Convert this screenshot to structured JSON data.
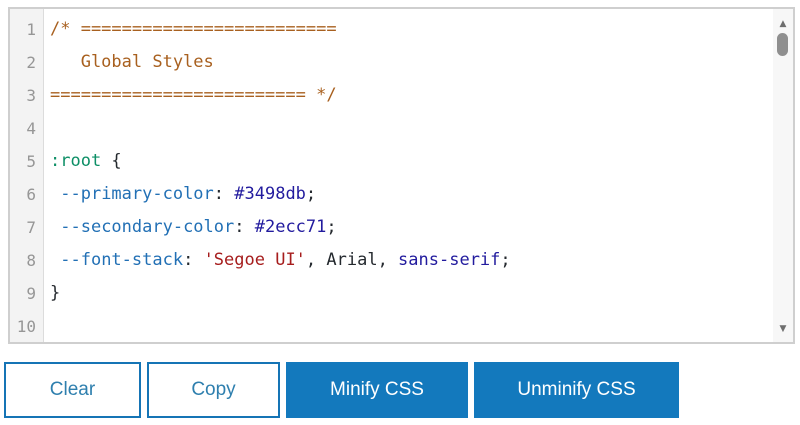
{
  "editor": {
    "lines": [
      {
        "number": "1",
        "segments": [
          {
            "type": "comment",
            "text": "/* ========================="
          }
        ]
      },
      {
        "number": "2",
        "segments": [
          {
            "type": "comment",
            "text": "   Global Styles"
          }
        ]
      },
      {
        "number": "3",
        "segments": [
          {
            "type": "comment",
            "text": "========================= */"
          }
        ]
      },
      {
        "number": "4",
        "segments": []
      },
      {
        "number": "5",
        "segments": [
          {
            "type": "selector",
            "text": ":root"
          },
          {
            "type": "plain",
            "text": " {"
          }
        ]
      },
      {
        "number": "6",
        "segments": [
          {
            "type": "plain",
            "text": " "
          },
          {
            "type": "property",
            "text": "--primary-color"
          },
          {
            "type": "plain",
            "text": ": "
          },
          {
            "type": "value",
            "text": "#3498db"
          },
          {
            "type": "plain",
            "text": ";"
          }
        ]
      },
      {
        "number": "7",
        "segments": [
          {
            "type": "plain",
            "text": " "
          },
          {
            "type": "property",
            "text": "--secondary-color"
          },
          {
            "type": "plain",
            "text": ": "
          },
          {
            "type": "value",
            "text": "#2ecc71"
          },
          {
            "type": "plain",
            "text": ";"
          }
        ]
      },
      {
        "number": "8",
        "segments": [
          {
            "type": "plain",
            "text": " "
          },
          {
            "type": "property",
            "text": "--font-stack"
          },
          {
            "type": "plain",
            "text": ": "
          },
          {
            "type": "string",
            "text": "'Segoe UI'"
          },
          {
            "type": "plain",
            "text": ", Arial, "
          },
          {
            "type": "value",
            "text": "sans-serif"
          },
          {
            "type": "plain",
            "text": ";"
          }
        ]
      },
      {
        "number": "9",
        "segments": [
          {
            "type": "plain",
            "text": "}"
          }
        ]
      },
      {
        "number": "10",
        "segments": []
      }
    ]
  },
  "scrollbar": {
    "up_icon": "▲",
    "down_icon": "▼"
  },
  "buttons": [
    {
      "label": "Clear",
      "variant": "outline"
    },
    {
      "label": "Copy",
      "variant": "outline"
    },
    {
      "label": "Minify CSS",
      "variant": "filled"
    },
    {
      "label": "Unminify CSS",
      "variant": "filled"
    }
  ],
  "colors": {
    "accent_blue": "#1379bd",
    "outline_button_border": "#1574b5",
    "outline_button_text": "#2e7fae",
    "syntax_comment": "#a8601f",
    "syntax_selector": "#0d8f66",
    "syntax_property": "#2270b5",
    "syntax_value": "#221b9e",
    "syntax_string": "#a61d1d",
    "line_number": "#969696"
  }
}
